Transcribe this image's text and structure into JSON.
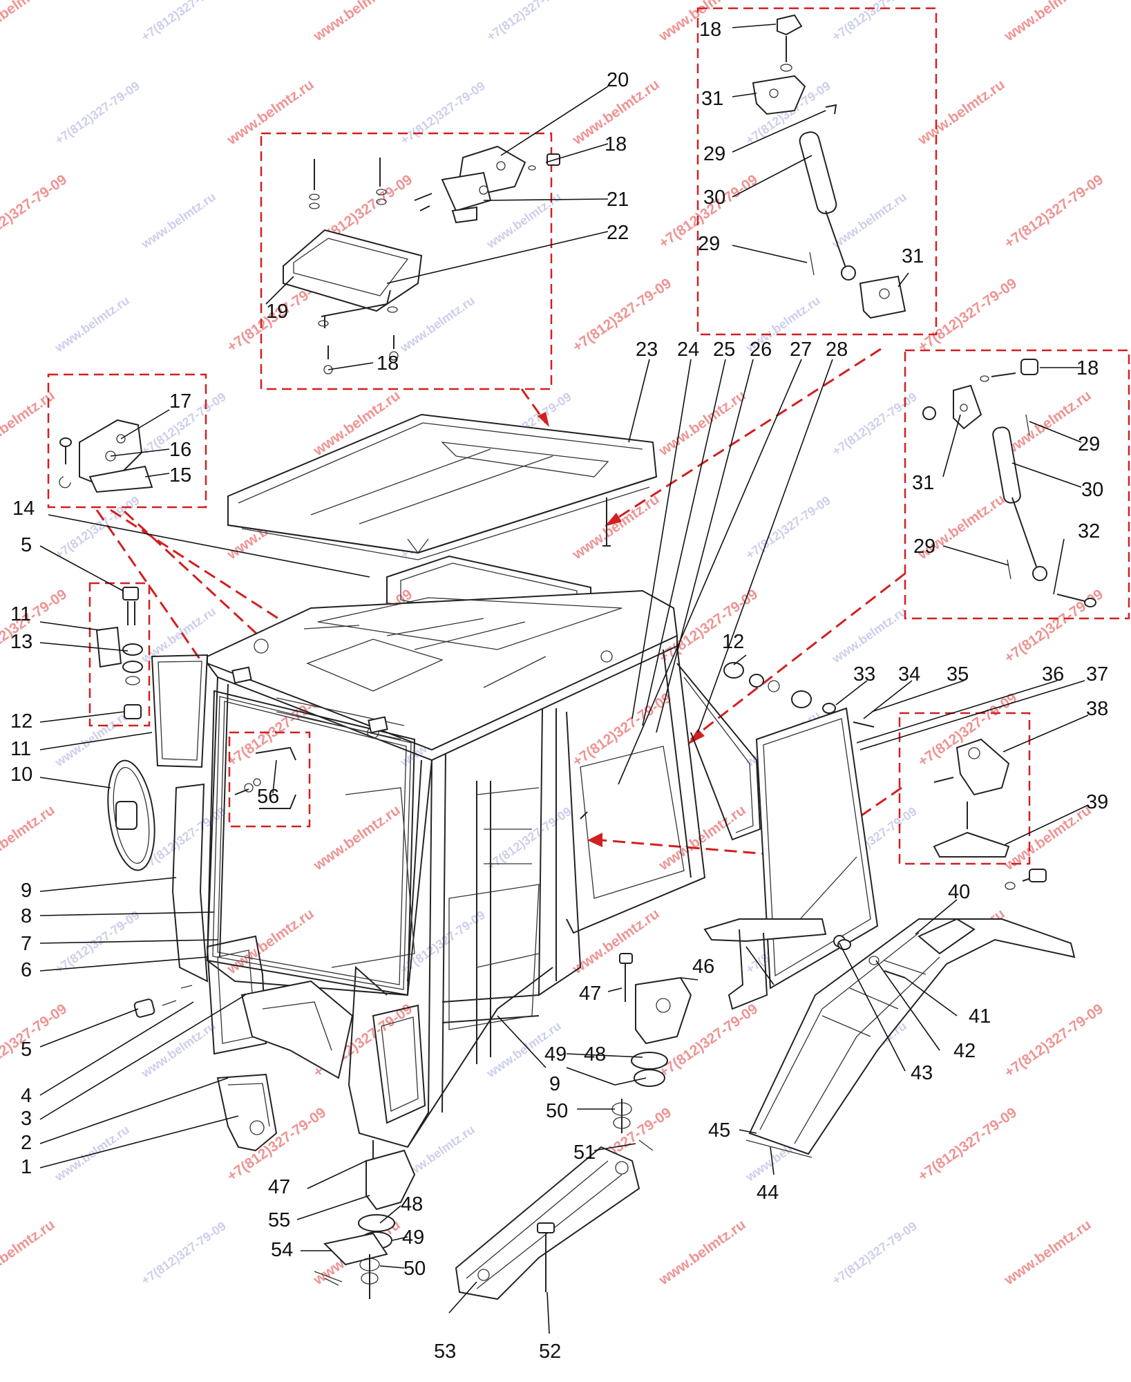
{
  "watermark_texts": [
    "www.belmtz.ru",
    "+7(812)327-79-09"
  ],
  "callouts": [
    {
      "id": "c1",
      "text": "1"
    },
    {
      "id": "c2",
      "text": "2"
    },
    {
      "id": "c3",
      "text": "3"
    },
    {
      "id": "c4",
      "text": "4"
    },
    {
      "id": "c5a",
      "text": "5"
    },
    {
      "id": "c5b",
      "text": "5"
    },
    {
      "id": "c6",
      "text": "6"
    },
    {
      "id": "c7",
      "text": "7"
    },
    {
      "id": "c8",
      "text": "8"
    },
    {
      "id": "c9a",
      "text": "9"
    },
    {
      "id": "c9b",
      "text": "9"
    },
    {
      "id": "c10",
      "text": "10"
    },
    {
      "id": "c11a",
      "text": "11"
    },
    {
      "id": "c11b",
      "text": "11"
    },
    {
      "id": "c12a",
      "text": "12"
    },
    {
      "id": "c12b",
      "text": "12"
    },
    {
      "id": "c13",
      "text": "13"
    },
    {
      "id": "c14",
      "text": "14"
    },
    {
      "id": "c15",
      "text": "15"
    },
    {
      "id": "c16",
      "text": "16"
    },
    {
      "id": "c17",
      "text": "17"
    },
    {
      "id": "c18a",
      "text": "18"
    },
    {
      "id": "c18b",
      "text": "18"
    },
    {
      "id": "c18c",
      "text": "18"
    },
    {
      "id": "c18d",
      "text": "18"
    },
    {
      "id": "c19",
      "text": "19"
    },
    {
      "id": "c20",
      "text": "20"
    },
    {
      "id": "c21",
      "text": "21"
    },
    {
      "id": "c22",
      "text": "22"
    },
    {
      "id": "c23",
      "text": "23"
    },
    {
      "id": "c24",
      "text": "24"
    },
    {
      "id": "c25",
      "text": "25"
    },
    {
      "id": "c26",
      "text": "26"
    },
    {
      "id": "c27",
      "text": "27"
    },
    {
      "id": "c28",
      "text": "28"
    },
    {
      "id": "c29a",
      "text": "29"
    },
    {
      "id": "c29b",
      "text": "29"
    },
    {
      "id": "c29c",
      "text": "29"
    },
    {
      "id": "c29d",
      "text": "29"
    },
    {
      "id": "c30a",
      "text": "30"
    },
    {
      "id": "c30b",
      "text": "30"
    },
    {
      "id": "c31a",
      "text": "31"
    },
    {
      "id": "c31b",
      "text": "31"
    },
    {
      "id": "c31c",
      "text": "31"
    },
    {
      "id": "c32",
      "text": "32"
    },
    {
      "id": "c33",
      "text": "33"
    },
    {
      "id": "c34",
      "text": "34"
    },
    {
      "id": "c35",
      "text": "35"
    },
    {
      "id": "c36",
      "text": "36"
    },
    {
      "id": "c37",
      "text": "37"
    },
    {
      "id": "c38",
      "text": "38"
    },
    {
      "id": "c39",
      "text": "39"
    },
    {
      "id": "c40",
      "text": "40"
    },
    {
      "id": "c41",
      "text": "41"
    },
    {
      "id": "c42",
      "text": "42"
    },
    {
      "id": "c43",
      "text": "43"
    },
    {
      "id": "c44",
      "text": "44"
    },
    {
      "id": "c45",
      "text": "45"
    },
    {
      "id": "c46",
      "text": "46"
    },
    {
      "id": "c47a",
      "text": "47"
    },
    {
      "id": "c47b",
      "text": "47"
    },
    {
      "id": "c48a",
      "text": "48"
    },
    {
      "id": "c48b",
      "text": "48"
    },
    {
      "id": "c49a",
      "text": "49"
    },
    {
      "id": "c49b",
      "text": "49"
    },
    {
      "id": "c50a",
      "text": "50"
    },
    {
      "id": "c50b",
      "text": "50"
    },
    {
      "id": "c51",
      "text": "51"
    },
    {
      "id": "c52",
      "text": "52"
    },
    {
      "id": "c53",
      "text": "53"
    },
    {
      "id": "c54",
      "text": "54"
    },
    {
      "id": "c55",
      "text": "55"
    },
    {
      "id": "c56",
      "text": "56"
    }
  ]
}
